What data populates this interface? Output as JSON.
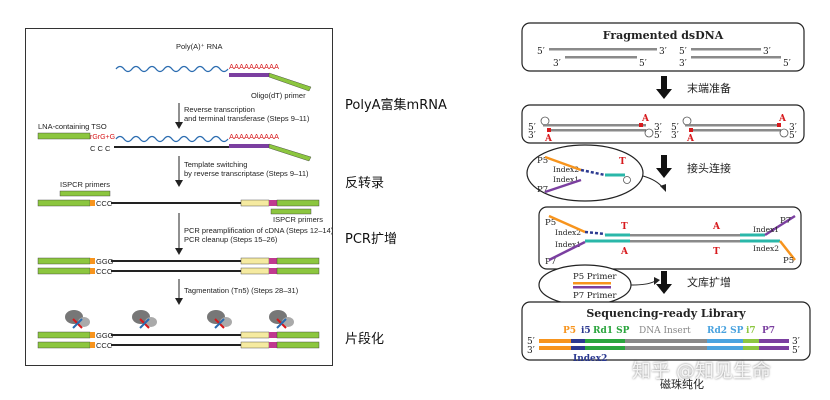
{
  "left": {
    "polyA_rna": "Poly(A)⁺ RNA",
    "polyA_tail": "AAAAAAAAAA",
    "oligo_primer": "Oligo(dT) primer",
    "step1_line1": "Reverse transcription",
    "step1_line2": "and terminal transferase (Steps 9–11)",
    "lna_tso": "LNA-containing TSO",
    "tso_seq": "rGrG+G",
    "ccc": "C C C",
    "step2_line1": "Template switching",
    "step2_line2": "by reverse transcriptase (Steps 9–11)",
    "ispcr_primers_top": "ISPCR primers",
    "ccc2": "CCC",
    "ispcr_primers_bottom": "ISPCR primers",
    "step3_line1": "PCR preamplification of cDNA (Steps 12–14)",
    "step3_line2": "PCR cleanup (Steps 15–26)",
    "ggg": "GGG",
    "ccc3": "CCC",
    "step4_line1": "Tagmentation (Tn5) (Steps 28–31)",
    "ggg2": "GGG",
    "ccc4": "CCC"
  },
  "labels_cn": {
    "polyA": "PolyA富集mRNA",
    "rt": "反转录",
    "pcr": "PCR扩增",
    "frag": "片段化"
  },
  "right": {
    "fragmented_title": "Fragmented  dsDNA",
    "end5": "5′",
    "end3": "3′",
    "step_end_repair": "末端准备",
    "step_adapter": "接头连接",
    "step_lib_amp": "文库扩增",
    "a_letter": "A",
    "t_letter": "T",
    "p5": "P5",
    "p7": "P7",
    "index1": "Index1",
    "index2": "Index2",
    "p5_primer": "P5 Primer",
    "p7_primer": "P7 Primer",
    "seq_title": "Sequencing-ready Library",
    "seg_p5": "P5",
    "seg_i5": "i5",
    "seg_rd1": "Rd1 SP",
    "seg_insert": "DNA Insert",
    "seg_rd2": "Rd2 SP",
    "seg_i7": "i7",
    "seg_p7": "P7",
    "seg_index2": "Index2"
  },
  "watermark": "知乎 @知见生命",
  "footer": "磁珠纯化",
  "colors": {
    "green": "#8cc63f",
    "red": "#d7191c",
    "blue_wave": "#2b6cb0",
    "magenta": "#c0398f",
    "cream": "#f5eaa0",
    "orange": "#f7941d",
    "purple": "#7b3fa0",
    "teal": "#2ab7a9",
    "darkblue": "#2b3990",
    "gray": "#8a8a8a"
  }
}
